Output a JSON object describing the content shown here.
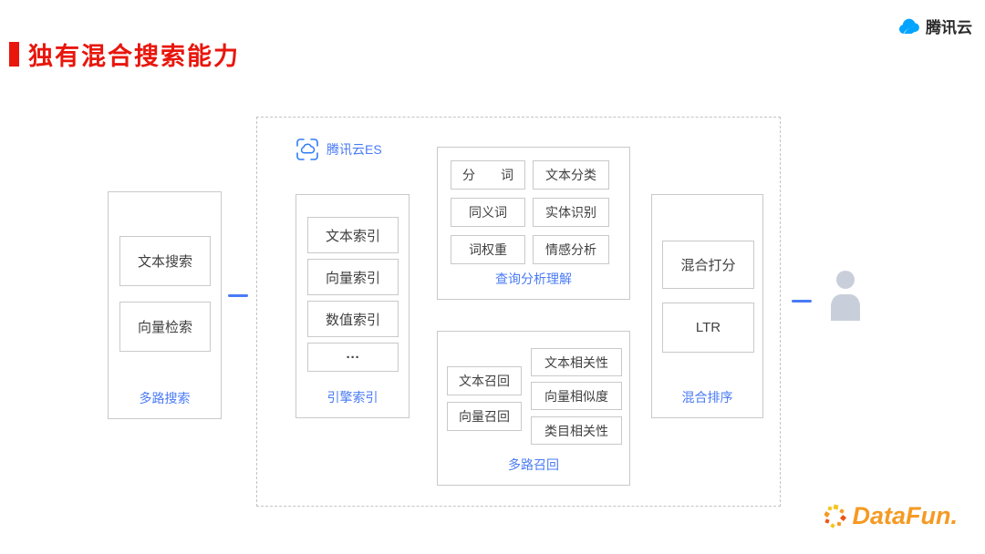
{
  "colors": {
    "title_red": "#e8160c",
    "accent_blue": "#4a7bf5",
    "tencent_blue": "#00a4ff",
    "box_border": "#c9c9c9",
    "dashed_border": "#c3c3c3",
    "person_gray": "#c9cfda",
    "datafun_orange": "#f59a23"
  },
  "header": {
    "title": "独有混合搜索能力",
    "brand": "腾讯云"
  },
  "diagram": {
    "multipath_search": {
      "items": [
        "文本搜索",
        "向量检索"
      ],
      "label": "多路搜索"
    },
    "es": {
      "title": "腾讯云ES",
      "engine_index": {
        "items": [
          "文本索引",
          "向量索引",
          "数值索引",
          "···"
        ],
        "label": "引擎索引"
      },
      "query_analysis": {
        "items": [
          "分　　词",
          "文本分类",
          "同义词",
          "实体识别",
          "词权重",
          "情感分析"
        ],
        "label": "查询分析理解"
      },
      "multipath_recall": {
        "recall_items": [
          "文本召回",
          "向量召回"
        ],
        "score_items": [
          "文本相关性",
          "向量相似度",
          "类目相关性"
        ],
        "label": "多路召回"
      },
      "hybrid_ranking": {
        "items": [
          "混合打分",
          "LTR"
        ],
        "label": "混合排序"
      }
    }
  },
  "footer": {
    "logo": "DataFun."
  }
}
